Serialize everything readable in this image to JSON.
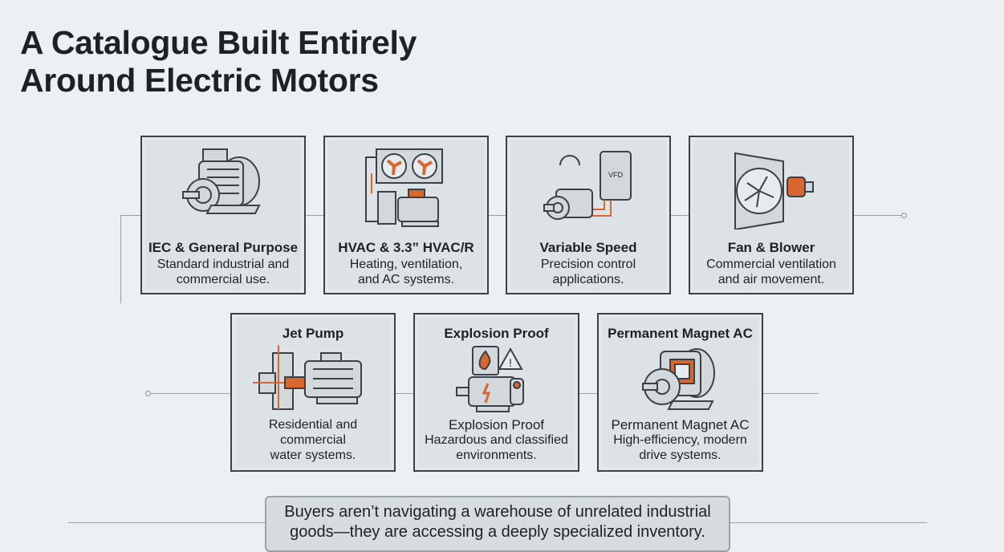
{
  "title": {
    "line1": "A Catalogue Built Entirely",
    "line2": "Around Electric Motors"
  },
  "categories": [
    {
      "name": "IEC & General Purpose",
      "desc1": "Standard industrial and",
      "desc2": "commercial use.",
      "icon": "electric-motor-icon"
    },
    {
      "name": "HVAC & 3.3” HVAC/R",
      "desc1": "Heating, ventilation,",
      "desc2": "and AC systems.",
      "icon": "hvac-icon"
    },
    {
      "name": "Variable Speed",
      "desc1": "Precision control",
      "desc2": "applications.",
      "icon": "vfd-motor-icon",
      "vfd_label": "VFD"
    },
    {
      "name": "Fan & Blower",
      "desc1": "Commercial ventilation",
      "desc2": "and air movement.",
      "icon": "fan-icon"
    },
    {
      "name": "Jet Pump",
      "desc1": "Residential and",
      "desc2": "commercial",
      "desc3": "water systems.",
      "icon": "pump-icon"
    },
    {
      "name": "Explosion Proof",
      "sub": "Explosion Proof",
      "desc1": "Hazardous and classified",
      "desc2": "environments.",
      "icon": "explosion-proof-motor-icon"
    },
    {
      "name": "Permanent Magnet AC",
      "sub": "Permanent Magnet AC",
      "desc1": "High-efficiency, modern",
      "desc2": "drive systems.",
      "icon": "pm-motor-icon"
    }
  ],
  "note": {
    "line1": "Buyers aren’t navigating a warehouse of unrelated industrial",
    "line2": "goods—they are accessing a deeply specialized inventory."
  },
  "colors": {
    "accent": "#d9662f",
    "border": "#3b4147",
    "card": "#dde2e6"
  }
}
